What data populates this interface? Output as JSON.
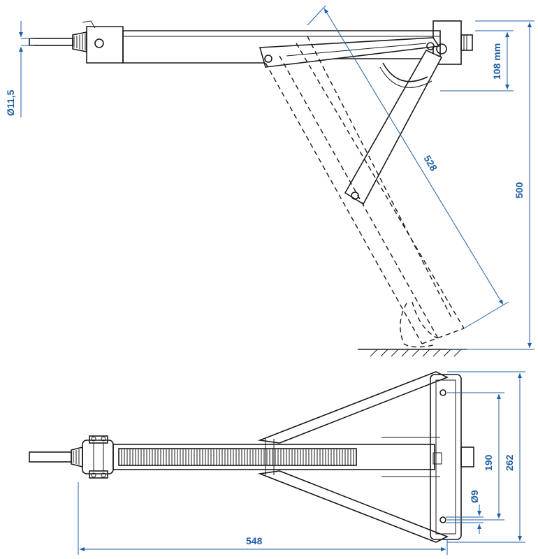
{
  "colors": {
    "dimension": "#1f5fa6",
    "line": "#1a1a1a",
    "background": "#ffffff"
  },
  "dimensions": {
    "rod_diameter": "Ø11,5",
    "pivot_offset": "108 mm",
    "diagonal_length": "528",
    "height": "500",
    "hole_spacing": "190",
    "plate_width": "262",
    "hole_diameter": "Ø9",
    "total_length": "548"
  }
}
